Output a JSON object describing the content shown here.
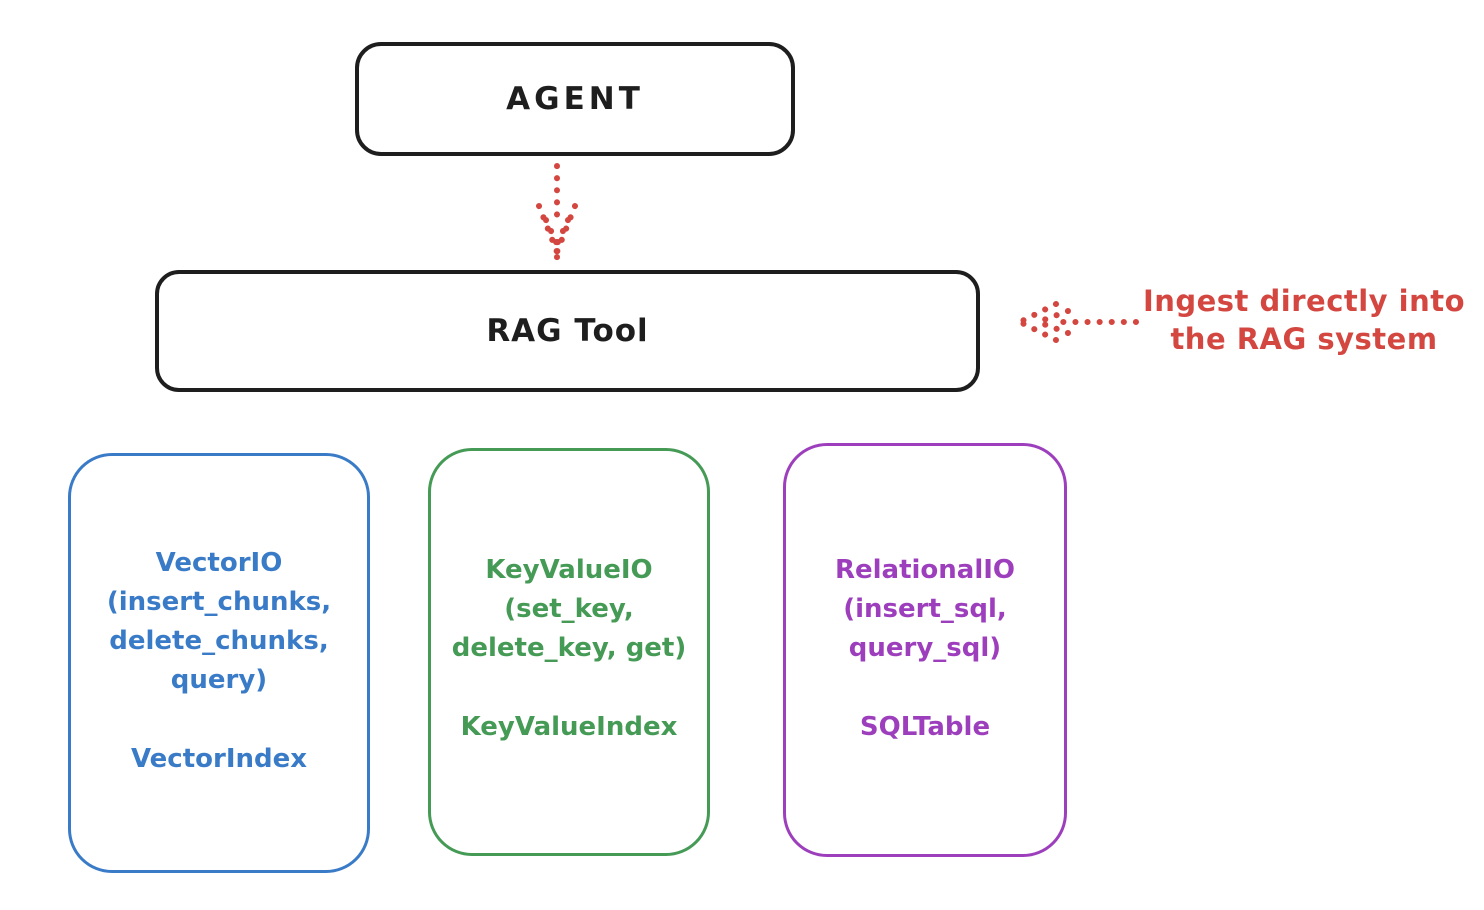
{
  "diagram": {
    "ink_color": "#1e1e1e",
    "agent": {
      "label": "AGENT"
    },
    "rag_tool": {
      "label": "RAG Tool"
    },
    "annotation": {
      "line1": "Ingest directly into",
      "line2": "the RAG system",
      "color": "#d34740"
    },
    "arrows": {
      "agent_to_rag": {
        "direction": "down",
        "style": "dotted",
        "color": "#d34740"
      },
      "ingest": {
        "direction": "left",
        "style": "dotted",
        "color": "#d34740"
      }
    },
    "backends": [
      {
        "id": "vector-io",
        "color": "#3a7bc8",
        "lines": [
          "VectorIO",
          "(insert_chunks,",
          "delete_chunks,",
          "query)"
        ],
        "index_label": "VectorIndex"
      },
      {
        "id": "keyvalue-io",
        "color": "#459a55",
        "lines": [
          "KeyValueIO",
          "(set_key,",
          "delete_key, get)"
        ],
        "index_label": "KeyValueIndex"
      },
      {
        "id": "relational-io",
        "color": "#9d3fbd",
        "lines": [
          "RelationalIO",
          "(insert_sql,",
          "query_sql)"
        ],
        "index_label": "SQLTable"
      }
    ]
  }
}
